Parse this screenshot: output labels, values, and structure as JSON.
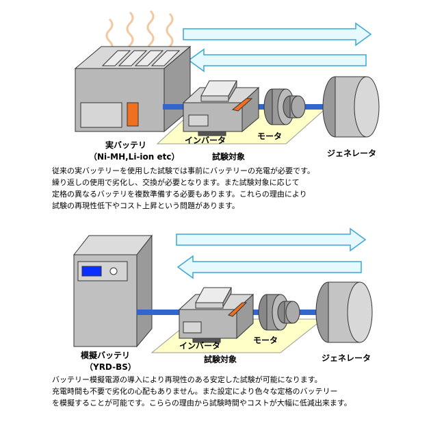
{
  "top": {
    "battery_label_line1": "実バッテリ",
    "battery_label_line2": "（Ni-MH,Li-ion etc）",
    "inverter_label": "インバータ",
    "motor_label": "モータ",
    "test_subject_label": "試験対象",
    "generator_label": "ジェネレータ",
    "description": [
      "従来の実バッテリーを使用した試験では事前にバッテリーの充電が必要です。",
      "繰り返しの使用で劣化し、交換が必要となります。また試験対象に応じて",
      "定格の異なるバッテリを複数準備する必要もあります。これらの理由により",
      "試験の再現性低下やコスト上昇という問題があります。"
    ]
  },
  "bottom": {
    "battery_label_line1": "模擬バッテリ",
    "battery_label_line2": "（YRD-BS）",
    "inverter_label": "インバータ",
    "motor_label": "モータ",
    "test_subject_label": "試験対象",
    "generator_label": "ジェネレータ",
    "description": [
      "バッテリー模擬電源の導入により再現性のある安定した試験が可能になります。",
      "充電時間も不要で劣化の心配もありません。また設定により色々な定格のバッテリー",
      "を模擬することが可能です。こららの理由から試験時間やコストが大幅に低減出来ます。"
    ]
  },
  "colors": {
    "arrow_fill": "#e6f9ff",
    "arrow_stroke": "#3aa6d6",
    "base_plate": "#ffffc8",
    "shaft": "#3366cc",
    "orange_part": "#f07020",
    "heat_waves": "#f0c9a0",
    "display_screen": "#0a2fff",
    "gray_body": "#b8b8b8"
  }
}
